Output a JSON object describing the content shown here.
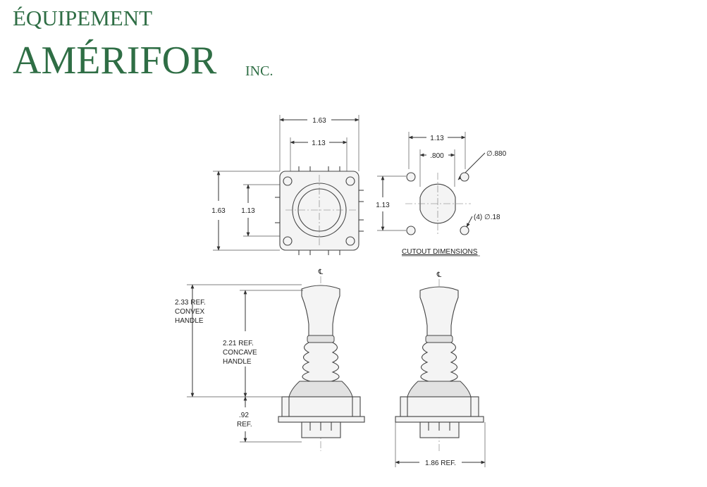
{
  "logo": {
    "line1": "ÉQUIPEMENT",
    "line2": "AMÉRIFOR",
    "suffix": "INC.",
    "color": "#2f6e45"
  },
  "top_view": {
    "overall_width": "1.63",
    "inner_width": "1.13",
    "overall_height": "1.63",
    "inner_height": "1.13"
  },
  "cutout": {
    "hole_spacing": "1.13",
    "center_diameter_width": ".800",
    "center_diameter": "∅.880",
    "vertical_spacing": "1.13",
    "mount_holes": "(4) ∅.18",
    "title": "CUTOUT DIMENSIONS"
  },
  "side_view": {
    "centerline_symbol": "℄",
    "convex_line1": "2.33 REF.",
    "convex_line2": "CONVEX",
    "convex_line3": "HANDLE",
    "concave_line1": "2.21 REF.",
    "concave_line2": "CONCAVE",
    "concave_line3": "HANDLE",
    "below_line1": ".92",
    "below_line2": "REF."
  },
  "front_view": {
    "centerline_symbol": "℄",
    "base_width": "1.86 REF."
  }
}
